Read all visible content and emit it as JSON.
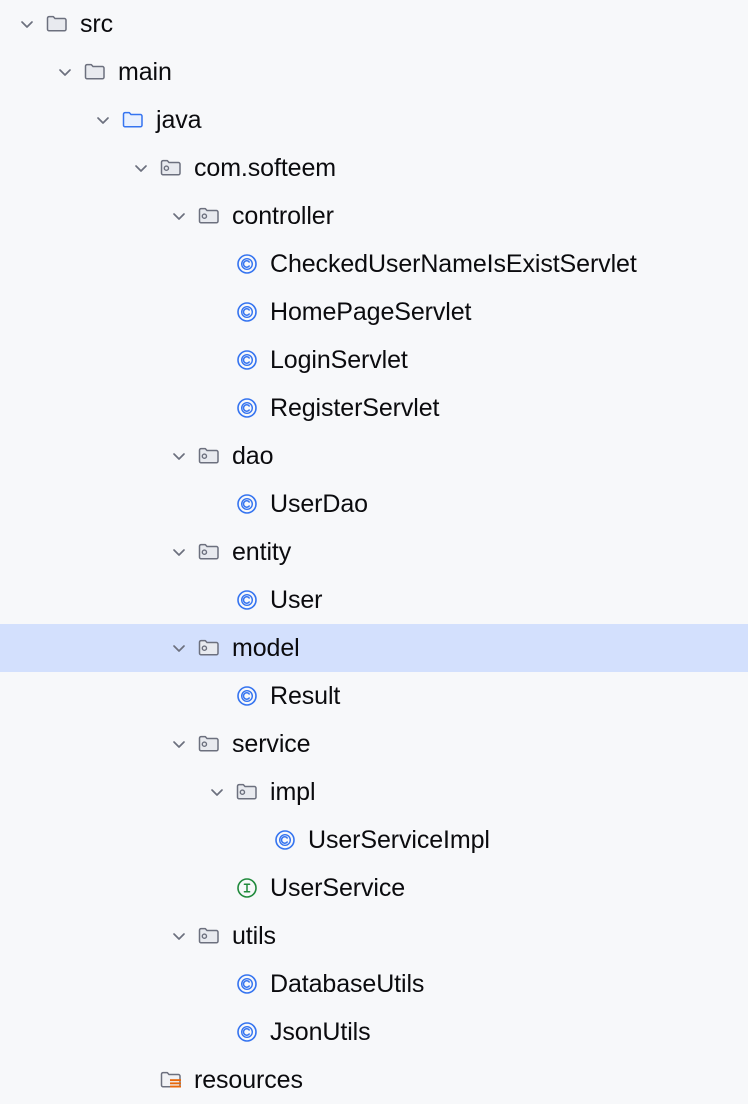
{
  "theme": {
    "background": "#f7f8fa",
    "selection_background": "#d3e0fd",
    "text_color": "#0b0b0e",
    "chevron_color": "#6c707e",
    "folder_gray_stroke": "#6c707e",
    "folder_gray_fill": "#e8eaef",
    "folder_blue_stroke": "#3574f0",
    "folder_blue_fill": "#e8f0fe",
    "class_icon_color": "#3574f0",
    "interface_icon_color": "#208a3c",
    "resource_marker_color": "#e8680a"
  },
  "tree": {
    "name": "project-tool-window-tree",
    "nodes": [
      {
        "label": "src",
        "depth": 0,
        "icon": "folder-gray-icon",
        "expanded": true,
        "selected": false
      },
      {
        "label": "main",
        "depth": 1,
        "icon": "folder-gray-icon",
        "expanded": true,
        "selected": false
      },
      {
        "label": "java",
        "depth": 2,
        "icon": "folder-blue-icon",
        "expanded": true,
        "selected": false
      },
      {
        "label": "com.softeem",
        "depth": 3,
        "icon": "package-icon",
        "expanded": true,
        "selected": false
      },
      {
        "label": "controller",
        "depth": 4,
        "icon": "package-icon",
        "expanded": true,
        "selected": false
      },
      {
        "label": "CheckedUserNameIsExistServlet",
        "depth": 5,
        "icon": "java-class-icon",
        "expanded": null,
        "selected": false
      },
      {
        "label": "HomePageServlet",
        "depth": 5,
        "icon": "java-class-icon",
        "expanded": null,
        "selected": false
      },
      {
        "label": "LoginServlet",
        "depth": 5,
        "icon": "java-class-icon",
        "expanded": null,
        "selected": false
      },
      {
        "label": "RegisterServlet",
        "depth": 5,
        "icon": "java-class-icon",
        "expanded": null,
        "selected": false
      },
      {
        "label": "dao",
        "depth": 4,
        "icon": "package-icon",
        "expanded": true,
        "selected": false
      },
      {
        "label": "UserDao",
        "depth": 5,
        "icon": "java-class-icon",
        "expanded": null,
        "selected": false
      },
      {
        "label": "entity",
        "depth": 4,
        "icon": "package-icon",
        "expanded": true,
        "selected": false
      },
      {
        "label": "User",
        "depth": 5,
        "icon": "java-class-icon",
        "expanded": null,
        "selected": false
      },
      {
        "label": "model",
        "depth": 4,
        "icon": "package-icon",
        "expanded": true,
        "selected": true
      },
      {
        "label": "Result",
        "depth": 5,
        "icon": "java-class-icon",
        "expanded": null,
        "selected": false
      },
      {
        "label": "service",
        "depth": 4,
        "icon": "package-icon",
        "expanded": true,
        "selected": false
      },
      {
        "label": "impl",
        "depth": 5,
        "icon": "package-icon",
        "expanded": true,
        "selected": false
      },
      {
        "label": "UserServiceImpl",
        "depth": 6,
        "icon": "java-class-icon",
        "expanded": null,
        "selected": false
      },
      {
        "label": "UserService",
        "depth": 5,
        "icon": "java-interface-icon",
        "expanded": null,
        "selected": false
      },
      {
        "label": "utils",
        "depth": 4,
        "icon": "package-icon",
        "expanded": true,
        "selected": false
      },
      {
        "label": "DatabaseUtils",
        "depth": 5,
        "icon": "java-class-icon",
        "expanded": null,
        "selected": false
      },
      {
        "label": "JsonUtils",
        "depth": 5,
        "icon": "java-class-icon",
        "expanded": null,
        "selected": false
      },
      {
        "label": "resources",
        "depth": 3,
        "icon": "folder-resources-icon",
        "expanded": null,
        "selected": false
      }
    ]
  }
}
